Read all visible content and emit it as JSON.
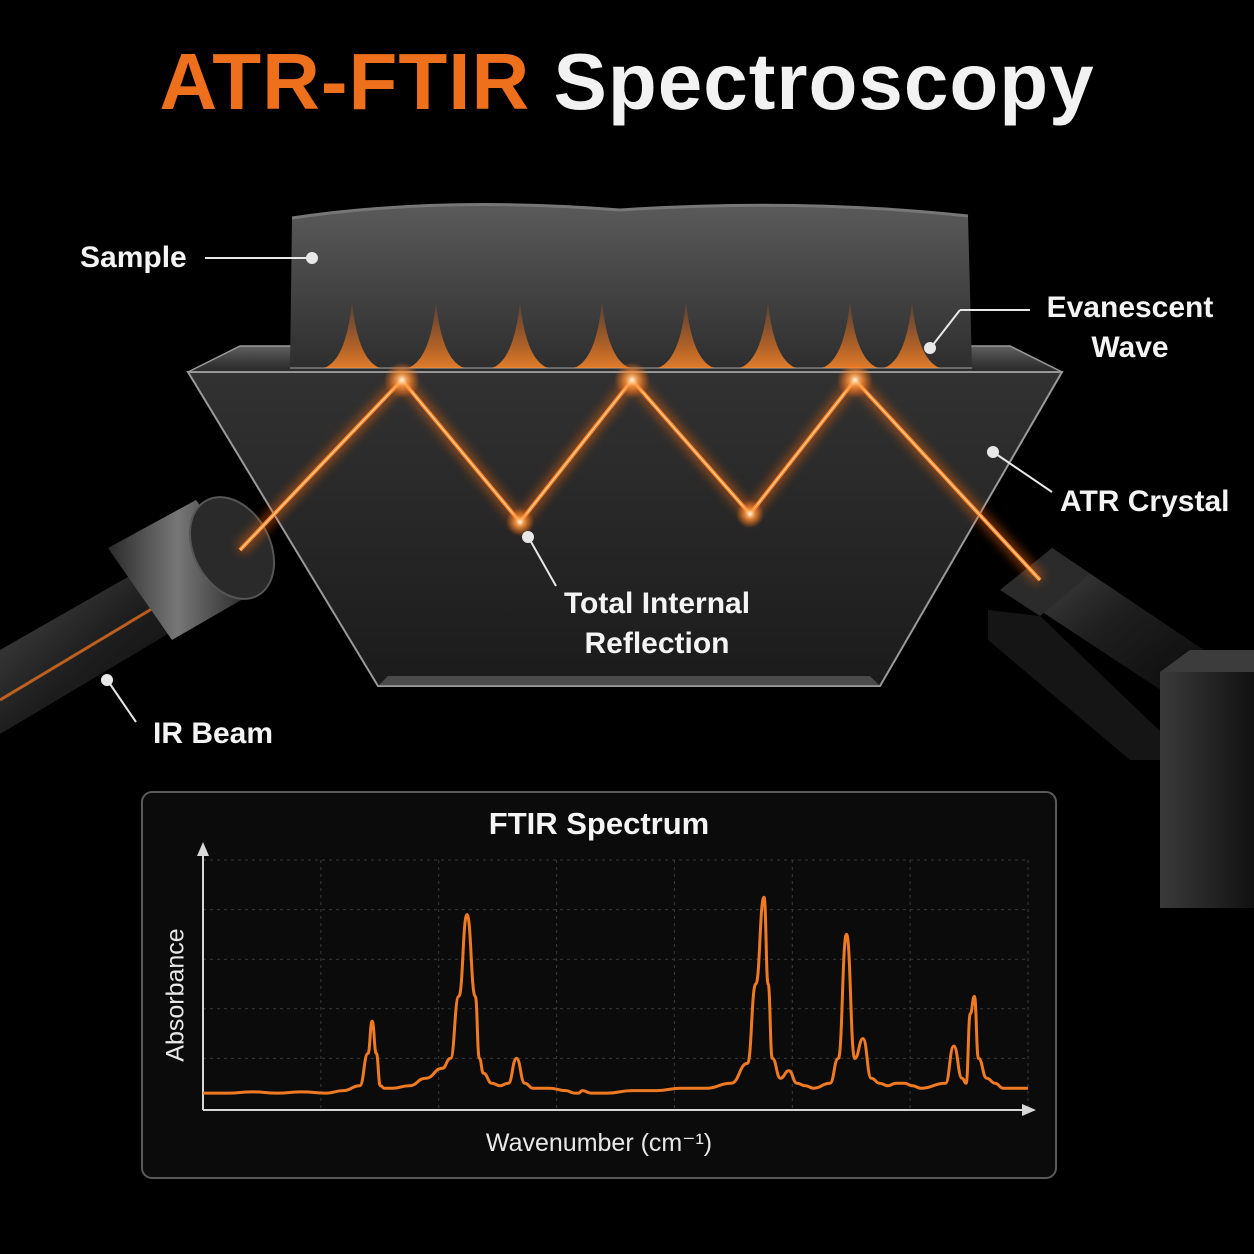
{
  "title": {
    "accent": "ATR-FTIR",
    "rest": "Spectroscopy"
  },
  "labels": {
    "sample": "Sample",
    "evanescent_line1": "Evanescent",
    "evanescent_line2": "Wave",
    "atr_crystal": "ATR Crystal",
    "tir_line1": "Total Internal",
    "tir_line2": "Reflection",
    "ir_beam": "IR Beam"
  },
  "colors": {
    "accent": "#ee6f1c",
    "beam": "#ff7a1e",
    "panel_border": "#5a5a5a"
  },
  "chart_data": {
    "type": "line",
    "title": "FTIR Spectrum",
    "xlabel": "Wavenumber (cm⁻¹)",
    "ylabel": "Absorbance",
    "grid": true,
    "ylim": [
      0,
      1
    ],
    "series": [
      {
        "x": [
          0,
          0.03,
          0.06,
          0.09,
          0.12,
          0.15,
          0.17,
          0.19,
          0.2,
          0.205,
          0.21,
          0.215,
          0.22,
          0.23,
          0.25,
          0.27,
          0.29,
          0.3,
          0.31,
          0.32,
          0.33,
          0.335,
          0.34,
          0.35,
          0.36,
          0.37,
          0.38,
          0.39,
          0.4,
          0.42,
          0.44,
          0.45,
          0.455,
          0.46,
          0.47,
          0.49,
          0.52,
          0.55,
          0.58,
          0.61,
          0.64,
          0.66,
          0.67,
          0.68,
          0.685,
          0.69,
          0.7,
          0.71,
          0.72,
          0.73,
          0.74,
          0.76,
          0.77,
          0.78,
          0.79,
          0.8,
          0.81,
          0.82,
          0.83,
          0.84,
          0.85,
          0.86,
          0.87,
          0.9,
          0.91,
          0.92,
          0.925,
          0.93,
          0.935,
          0.94,
          0.95,
          0.96,
          0.97,
          1.0
        ],
        "y": [
          0.06,
          0.06,
          0.065,
          0.06,
          0.065,
          0.06,
          0.07,
          0.09,
          0.22,
          0.35,
          0.22,
          0.09,
          0.08,
          0.08,
          0.09,
          0.12,
          0.16,
          0.2,
          0.45,
          0.78,
          0.45,
          0.2,
          0.14,
          0.1,
          0.09,
          0.1,
          0.2,
          0.1,
          0.08,
          0.08,
          0.07,
          0.06,
          0.06,
          0.07,
          0.06,
          0.06,
          0.07,
          0.07,
          0.08,
          0.08,
          0.1,
          0.18,
          0.5,
          0.85,
          0.5,
          0.2,
          0.12,
          0.15,
          0.1,
          0.09,
          0.08,
          0.1,
          0.2,
          0.7,
          0.2,
          0.28,
          0.12,
          0.1,
          0.09,
          0.1,
          0.1,
          0.09,
          0.08,
          0.1,
          0.25,
          0.12,
          0.1,
          0.38,
          0.45,
          0.2,
          0.12,
          0.1,
          0.08,
          0.08
        ]
      }
    ]
  }
}
